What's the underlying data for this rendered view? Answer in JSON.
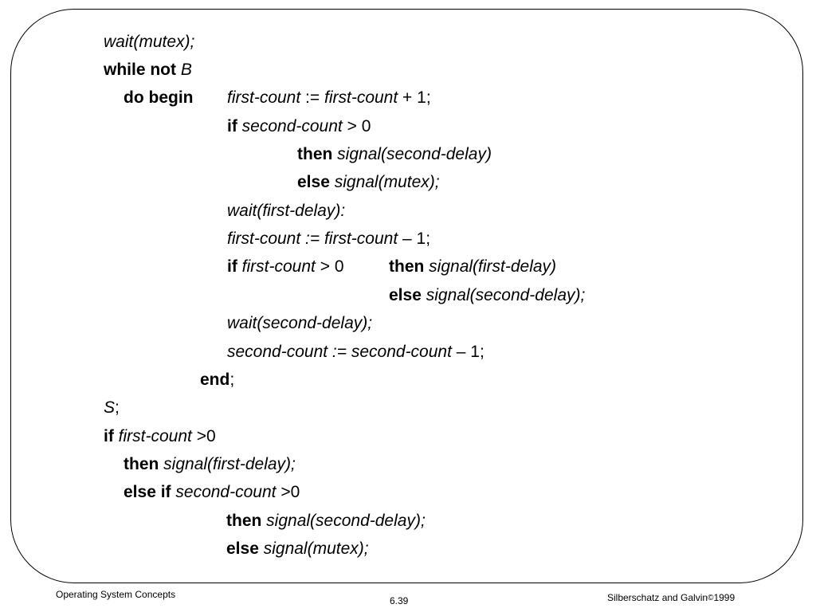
{
  "lines": {
    "l1": {
      "i1": "wait(mutex);"
    },
    "l2": {
      "k1": "while not",
      "i1": "B"
    },
    "l3": {
      "k1": "do begin",
      "i1": "first-count",
      "n1": ":=",
      "i2": "first-count",
      "n2": "+ 1;"
    },
    "l4": {
      "k1": "if",
      "i1": "second-count",
      "n1": "> 0"
    },
    "l5": {
      "k1": "then",
      "i1": "signal(second-delay)"
    },
    "l6": {
      "k1": "else",
      "i1": "signal(mutex);"
    },
    "l7": {
      "i1": "wait(first-delay):"
    },
    "l8": {
      "i1": "first-count := first-count",
      "n1": "– 1;"
    },
    "l9": {
      "k1": "if",
      "i1": "first-count",
      "n1": "> 0",
      "k2": "then",
      "i2": "signal(first-delay)"
    },
    "l10": {
      "k1": "else",
      "i1": "signal(second-delay);"
    },
    "l11": {
      "i1": "wait(second-delay);"
    },
    "l12": {
      "i1": "second-count := second-count",
      "n1": "– 1;"
    },
    "l13": {
      "k1": "end",
      "n1": ";"
    },
    "l14": {
      "i1": "S",
      "n1": ";"
    },
    "l15": {
      "k1": "if",
      "i1": "first-count",
      "n1": ">0"
    },
    "l16": {
      "k1": "then",
      "i1": "signal(first-delay);"
    },
    "l17": {
      "k1": "else if",
      "i1": "second-count",
      "n1": ">0"
    },
    "l18": {
      "k1": "then",
      "i1": "signal(second-delay);"
    },
    "l19": {
      "k1": "else",
      "i1": "signal(mutex);"
    }
  },
  "footer": {
    "left": "Operating System Concepts",
    "center": "6.39",
    "right_authors": "Silberschatz and  Galvin",
    "right_copyright_symbol": "©",
    "right_year": "1999"
  }
}
